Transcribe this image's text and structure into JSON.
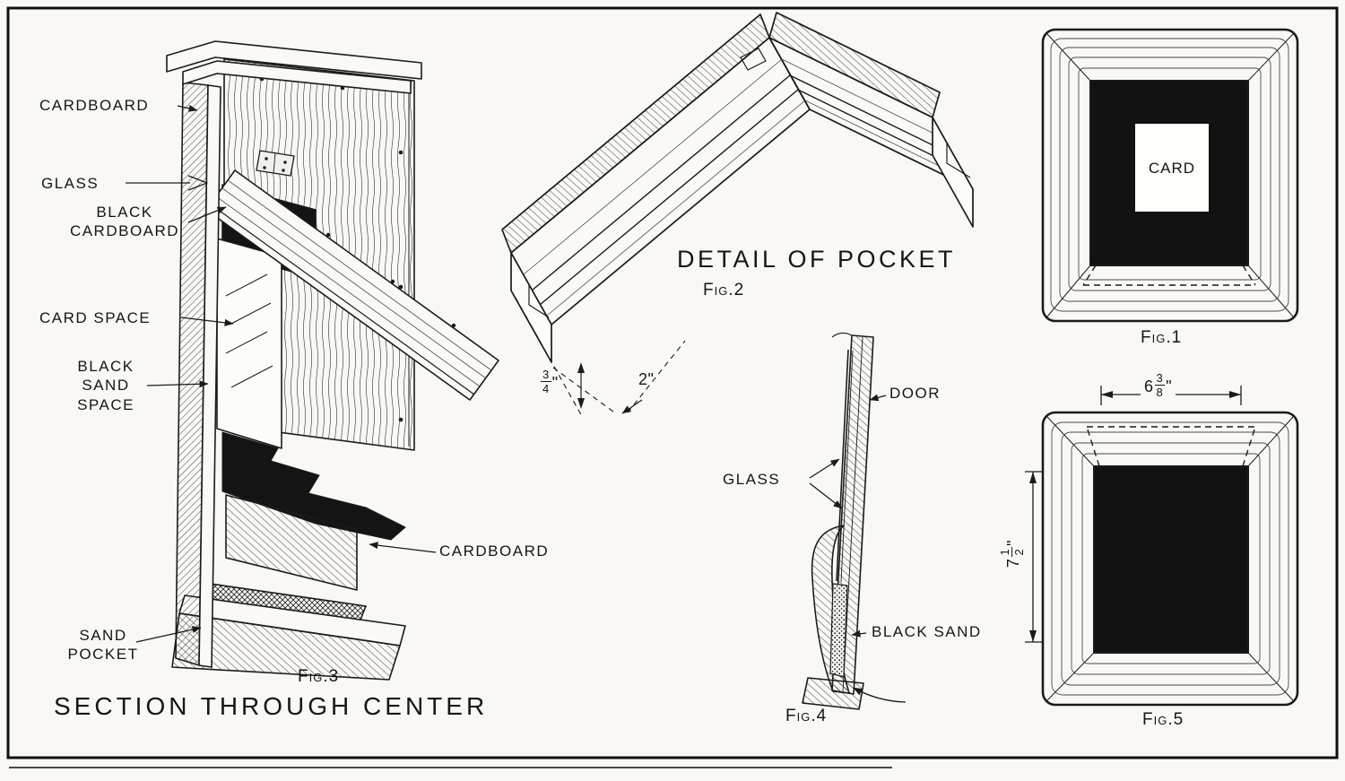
{
  "plate": {
    "fig1": {
      "caption": "Fig.1",
      "card_label": "CARD"
    },
    "fig2": {
      "caption": "Fig.2",
      "title": "DETAIL OF POCKET",
      "dim_depth": {
        "num": "3",
        "den": "4",
        "unit": "\""
      },
      "dim_width": "2\""
    },
    "fig3": {
      "caption": "Fig.3",
      "title": "SECTION THROUGH CENTER",
      "labels": {
        "cardboard_top": "CARDBOARD",
        "glass": "GLASS",
        "black_cardboard": "BLACK\nCARDBOARD",
        "card_space": "CARD SPACE",
        "black_sand_space": "BLACK\nSAND\nSPACE",
        "cardboard_lower": "CARDBOARD",
        "sand_pocket": "SAND\nPOCKET"
      }
    },
    "fig4": {
      "caption": "Fig.4",
      "labels": {
        "door": "DOOR",
        "glass": "GLASS",
        "black_sand": "BLACK SAND"
      }
    },
    "fig5": {
      "caption": "Fig.5",
      "dim_width": {
        "whole": "6",
        "num": "3",
        "den": "8",
        "unit": "\""
      },
      "dim_height": {
        "whole": "7",
        "num": "1",
        "den": "2",
        "unit": "\""
      }
    }
  }
}
